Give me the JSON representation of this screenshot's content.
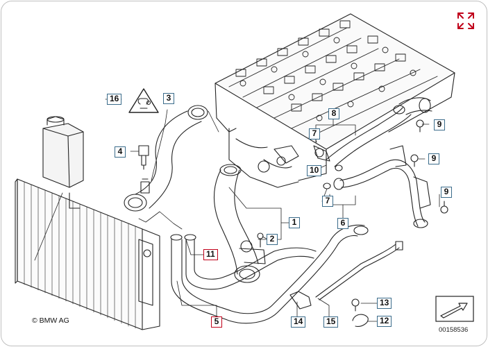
{
  "colors": {
    "callout_border": "#3a6b8a",
    "callout_highlight": "#c0001a",
    "expand_icon": "#c0001a",
    "line_art": "#222222"
  },
  "toolbar": {
    "expand_icon": "expand-arrows-icon"
  },
  "callouts": [
    {
      "id": "c16",
      "label": "16",
      "highlight": false
    },
    {
      "id": "c3",
      "label": "3",
      "highlight": false
    },
    {
      "id": "c8",
      "label": "8",
      "highlight": false
    },
    {
      "id": "c7a",
      "label": "7",
      "highlight": false
    },
    {
      "id": "c9a",
      "label": "9",
      "highlight": false
    },
    {
      "id": "c4",
      "label": "4",
      "highlight": false
    },
    {
      "id": "c10",
      "label": "10",
      "highlight": false
    },
    {
      "id": "c9b",
      "label": "9",
      "highlight": false
    },
    {
      "id": "c9c",
      "label": "9",
      "highlight": false
    },
    {
      "id": "c7b",
      "label": "7",
      "highlight": false
    },
    {
      "id": "c6",
      "label": "6",
      "highlight": false
    },
    {
      "id": "c1",
      "label": "1",
      "highlight": false
    },
    {
      "id": "c2",
      "label": "2",
      "highlight": false
    },
    {
      "id": "c11",
      "label": "11",
      "highlight": true
    },
    {
      "id": "c5",
      "label": "5",
      "highlight": true
    },
    {
      "id": "c13",
      "label": "13",
      "highlight": false
    },
    {
      "id": "c14",
      "label": "14",
      "highlight": false
    },
    {
      "id": "c15",
      "label": "15",
      "highlight": false
    },
    {
      "id": "c12",
      "label": "12",
      "highlight": false
    }
  ],
  "footer": {
    "copyright": "© BMW AG",
    "reference_number": "00158536",
    "nav_icon": "next-page-arrow-icon"
  },
  "warning_symbol": "hot-coolant-warning-icon"
}
